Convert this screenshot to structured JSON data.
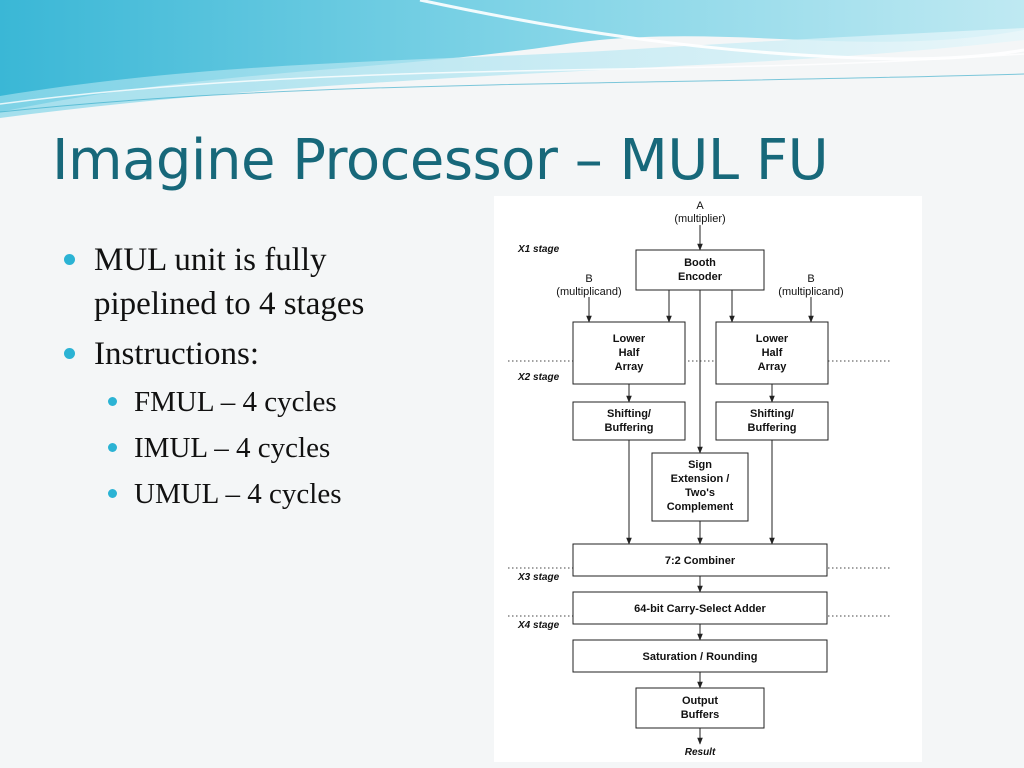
{
  "slide": {
    "title": "Imagine Processor – MUL FU",
    "bullets": [
      {
        "text": "MUL unit is fully",
        "text_cont": "pipelined to 4 stages"
      },
      {
        "text": "Instructions:"
      }
    ],
    "sub_bullets": [
      {
        "text": "FMUL – 4 cycles"
      },
      {
        "text": "IMUL – 4 cycles"
      },
      {
        "text": "UMUL – 4 cycles"
      }
    ],
    "accent_color": "#17687a",
    "bullet_color": "#2bb3d4"
  },
  "diagram": {
    "input_a": {
      "line1": "A",
      "line2": "(multiplier)"
    },
    "input_b_left": {
      "line1": "B",
      "line2": "(multiplicand)"
    },
    "input_b_right": {
      "line1": "B",
      "line2": "(multiplicand)"
    },
    "stages": {
      "x1": "X1 stage",
      "x2": "X2 stage",
      "x3": "X3 stage",
      "x4": "X4 stage"
    },
    "booth_encoder": {
      "line1": "Booth",
      "line2": "Encoder"
    },
    "lower_half_array_left": {
      "line1": "Lower",
      "line2": "Half",
      "line3": "Array"
    },
    "lower_half_array_right": {
      "line1": "Lower",
      "line2": "Half",
      "line3": "Array"
    },
    "shifting_buffering_left": {
      "line1": "Shifting/",
      "line2": "Buffering"
    },
    "shifting_buffering_right": {
      "line1": "Shifting/",
      "line2": "Buffering"
    },
    "sign_extension": {
      "line1": "Sign",
      "line2": "Extension /",
      "line3": "Two's",
      "line4": "Complement"
    },
    "combiner": "7:2 Combiner",
    "carry_select_adder": "64-bit Carry-Select Adder",
    "saturation_rounding": "Saturation / Rounding",
    "output_buffers": {
      "line1": "Output",
      "line2": "Buffers"
    },
    "result": "Result"
  }
}
